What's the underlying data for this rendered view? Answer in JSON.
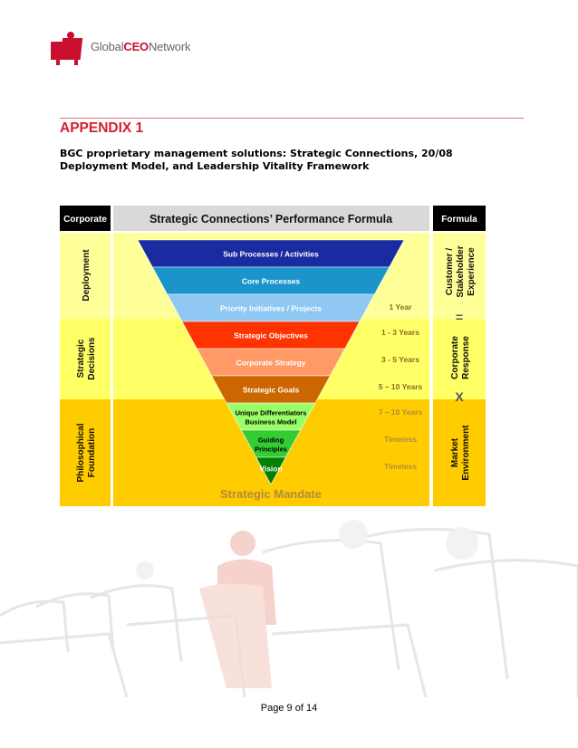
{
  "header": {
    "logo_prefix": "Global",
    "logo_bold": "CEO",
    "logo_suffix": "Network"
  },
  "appendix_title": "APPENDIX 1",
  "subtitle": "BGC proprietary management solutions: Strategic Connections, 20/08 Deployment Model, and Leadership Vitality Framework",
  "diagram": {
    "left_header": "Corporate",
    "center_header": "Strategic Connections’ Performance Formula",
    "right_header": "Formula",
    "bands": [
      {
        "label": "Deployment",
        "color": "#ffff99"
      },
      {
        "label": "Strategic Decisions",
        "color": "#ffff66"
      },
      {
        "label": "Philosophical Foundation",
        "color": "#ffcc00"
      }
    ],
    "left_labels": [
      "Deployment",
      "Strategic\nDecisions",
      "Philosophical\nFoundation"
    ],
    "right_labels": [
      "Customer /\nStakeholder\nExperience",
      "Corporate\nResponse",
      "Market\nEnvironment"
    ],
    "operators": [
      "=",
      "X"
    ],
    "layers": [
      {
        "label": "Sub Processes / Activities",
        "color": "#1a2aa0",
        "timeframe": ""
      },
      {
        "label": "Core Processes",
        "color": "#1b94cc",
        "timeframe": ""
      },
      {
        "label": "Priority Initiatives / Projects",
        "color": "#8fc8f2",
        "timeframe": "1 Year"
      },
      {
        "label": "Strategic Objectives",
        "color": "#ff3300",
        "timeframe": "1 - 3 Years"
      },
      {
        "label": "Corporate Strategy",
        "color": "#ff9966",
        "timeframe": "3 - 5 Years"
      },
      {
        "label": "Strategic Goals",
        "color": "#cc6600",
        "timeframe": "5 – 10 Years"
      },
      {
        "label": "Unique Differentiators\nBusiness Model",
        "color": "#99ff66",
        "timeframe": "7 – 10 Years"
      },
      {
        "label": "Guiding\nPrinciples",
        "color": "#33cc33",
        "timeframe": "Timeless"
      },
      {
        "label": "Vision",
        "color": "#008000",
        "timeframe": "Timeless"
      }
    ],
    "bottom_label": "Strategic Mandate"
  },
  "footer": {
    "page_label": "Page 9 of 14"
  }
}
